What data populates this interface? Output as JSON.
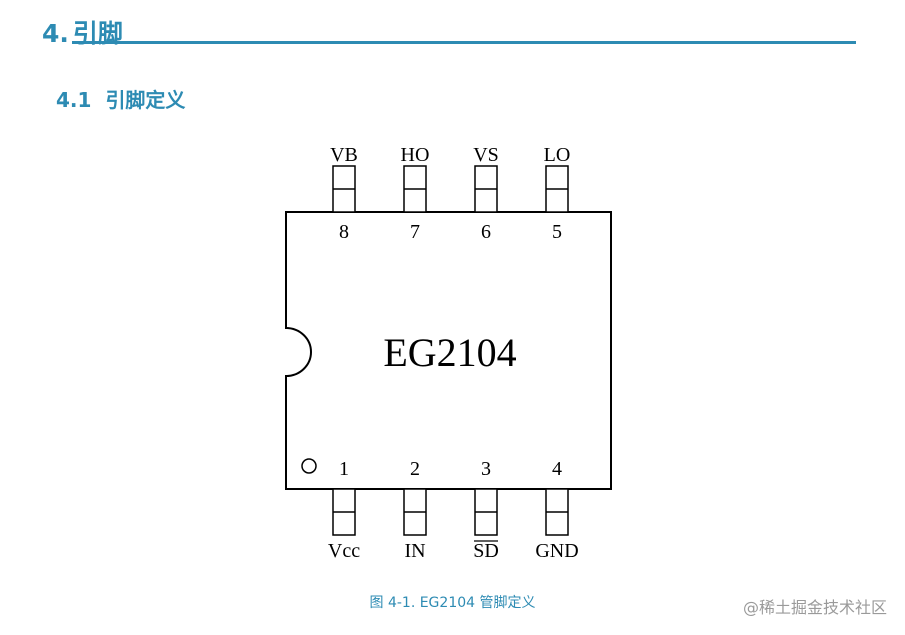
{
  "section": {
    "number": "4.",
    "title": "引脚"
  },
  "subsection": {
    "number": "4.1",
    "title": "引脚定义"
  },
  "chip": {
    "name": "EG2104"
  },
  "pins_top": [
    {
      "number": "8",
      "label": "VB"
    },
    {
      "number": "7",
      "label": "HO"
    },
    {
      "number": "6",
      "label": "VS"
    },
    {
      "number": "5",
      "label": "LO"
    }
  ],
  "pins_bottom": [
    {
      "number": "1",
      "label": "Vcc"
    },
    {
      "number": "2",
      "label": "IN"
    },
    {
      "number": "3",
      "label": "SD",
      "overline": true
    },
    {
      "number": "4",
      "label": "GND"
    }
  ],
  "caption": "图 4-1. EG2104 管脚定义",
  "watermark": "@稀土掘金技术社区"
}
